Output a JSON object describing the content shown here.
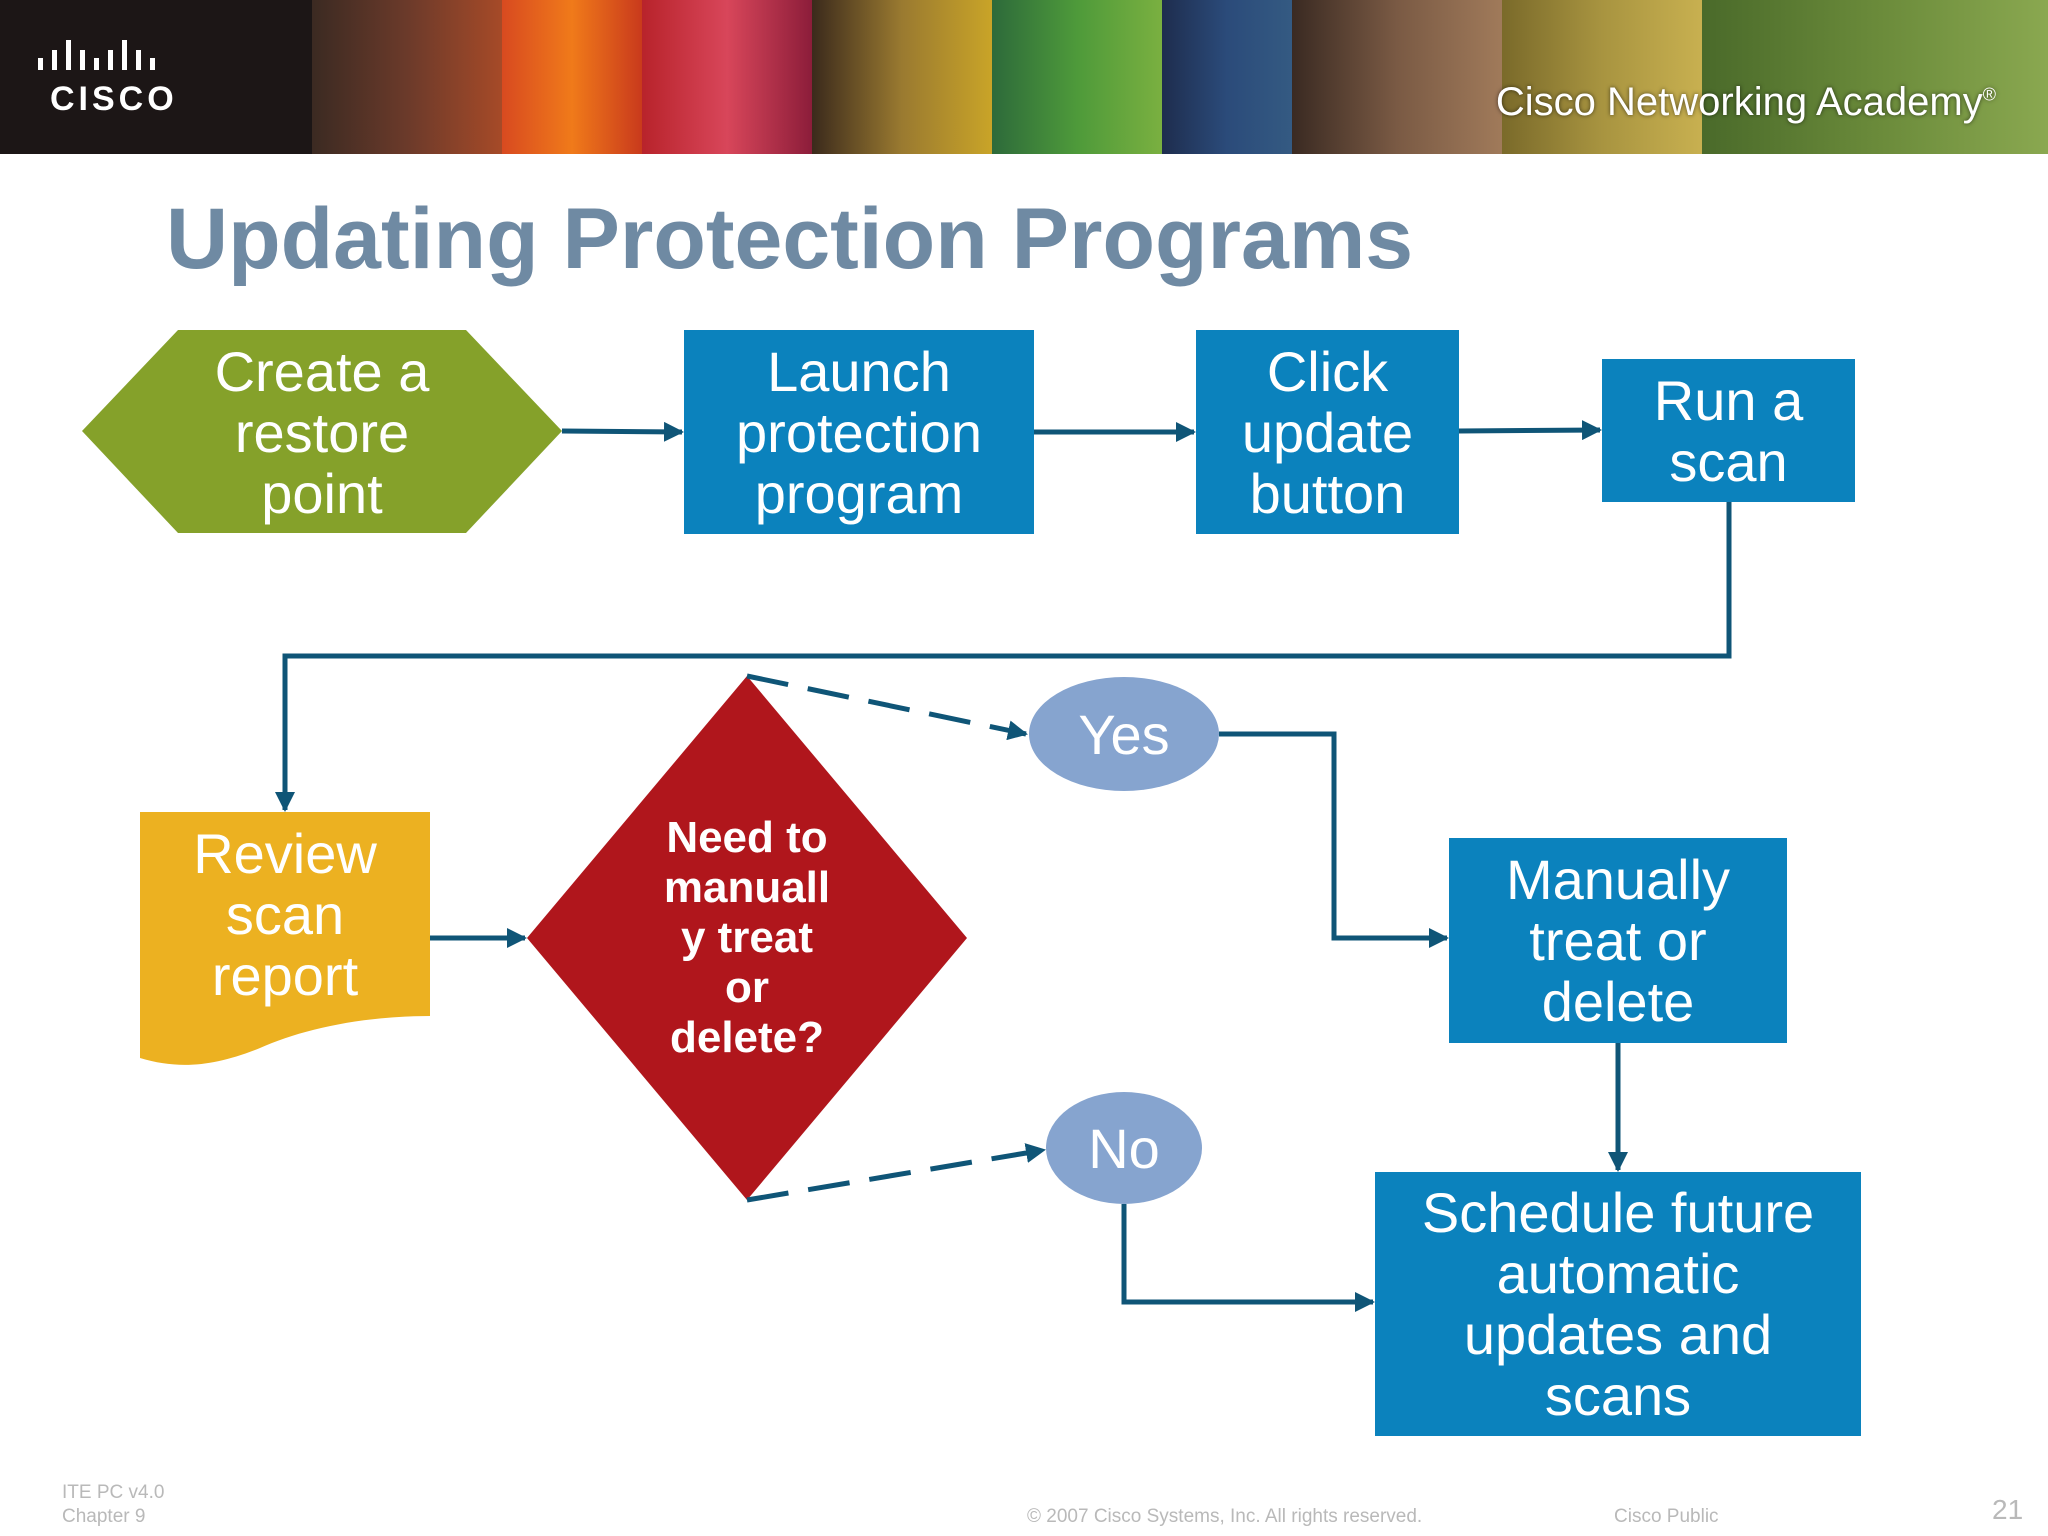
{
  "header": {
    "logo_text": "CISCO",
    "academy_text": "Cisco Networking Academy",
    "academy_mark": "®"
  },
  "slide": {
    "title": "Updating Protection Programs"
  },
  "nodes": {
    "restore": "Create a\nrestore\npoint",
    "launch": "Launch\nprotection\nprogram",
    "click": "Click\nupdate\nbutton",
    "scan": "Run a\nscan",
    "review": "Review\nscan\nreport",
    "decision": "Need to\nmanuall\ny treat\nor\ndelete?",
    "yes": "Yes",
    "no": "No",
    "manual": "Manually\ntreat or\ndelete",
    "schedule": "Schedule future\nautomatic\nupdates and\nscans"
  },
  "colors": {
    "green": "#85a12a",
    "blue": "#0b82bd",
    "gold": "#ecb121",
    "red": "#b0161c",
    "oval": "#86a4cf",
    "connector": "#0f5577",
    "title": "#6f8aa3"
  },
  "footer": {
    "course": "ITE PC v4.0",
    "chapter": "Chapter 9",
    "copyright": "© 2007 Cisco Systems, Inc. All rights reserved.",
    "classification": "Cisco Public",
    "page": "21"
  }
}
